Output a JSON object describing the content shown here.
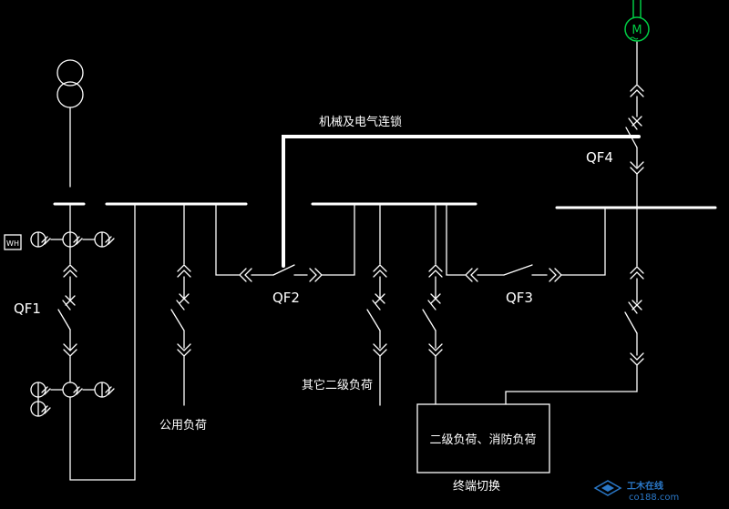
{
  "labels": {
    "qf1": "QF1",
    "qf2": "QF2",
    "qf3": "QF3",
    "qf4": "QF4",
    "interlock": "机械及电气连锁",
    "public_load": "公用负荷",
    "other_secondary_load": "其它二级负荷",
    "secondary_fire_load": "二级负荷、消防负荷",
    "terminal_switch": "终端切换",
    "motor": "M",
    "meter": "WH"
  },
  "watermark": {
    "name": "工木在线",
    "url": "co188.com"
  },
  "colors": {
    "background": "#000000",
    "line": "#ffffff",
    "generator": "#00cc44",
    "watermark": "#2a78c8"
  }
}
